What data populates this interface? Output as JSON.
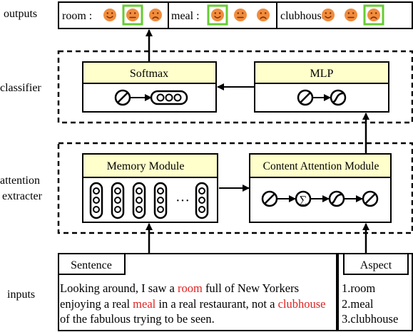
{
  "side_labels": {
    "outputs": "outputs",
    "classifier": "classifier",
    "attention_line1": "attention",
    "attention_line2": "extracter",
    "inputs": "inputs"
  },
  "outputs": [
    {
      "label": "room :",
      "selected": 1,
      "faces": [
        "happy",
        "neutral",
        "sad"
      ]
    },
    {
      "label": "meal :",
      "selected": 0,
      "faces": [
        "happy",
        "neutral",
        "sad"
      ]
    },
    {
      "label": "clubhouse :",
      "selected": 2,
      "faces": [
        "happy",
        "neutral",
        "sad"
      ]
    }
  ],
  "classifier": {
    "softmax_title": "Softmax",
    "mlp_title": "MLP"
  },
  "attention": {
    "memory_title": "Memory Module",
    "memory_ellipsis": "···",
    "content_title": "Content Attention Module",
    "sum_symbol": "∑"
  },
  "inputs": {
    "sentence_title": "Sentence",
    "sentence_segments": [
      {
        "text": "Looking around, I saw a ",
        "highlight": false
      },
      {
        "text": "room",
        "highlight": true
      },
      {
        "text": " full of New Yorkers enjoying a real ",
        "highlight": false
      },
      {
        "text": "meal",
        "highlight": true
      },
      {
        "text": " in a real restaurant, not a ",
        "highlight": false
      },
      {
        "text": "clubhouse",
        "highlight": true
      },
      {
        "text": " of the fabulous trying to be seen.",
        "highlight": false
      }
    ],
    "aspect_title": "Aspect",
    "aspect_items": [
      "1.room",
      "2.meal",
      "3.clubhouse"
    ]
  },
  "colors": {
    "module_header": "#ffffcc",
    "highlight_text": "#e02020",
    "face_fill": "#f08c3c",
    "face_feature": "#7a2a08",
    "selection_box": "#66cc33"
  }
}
